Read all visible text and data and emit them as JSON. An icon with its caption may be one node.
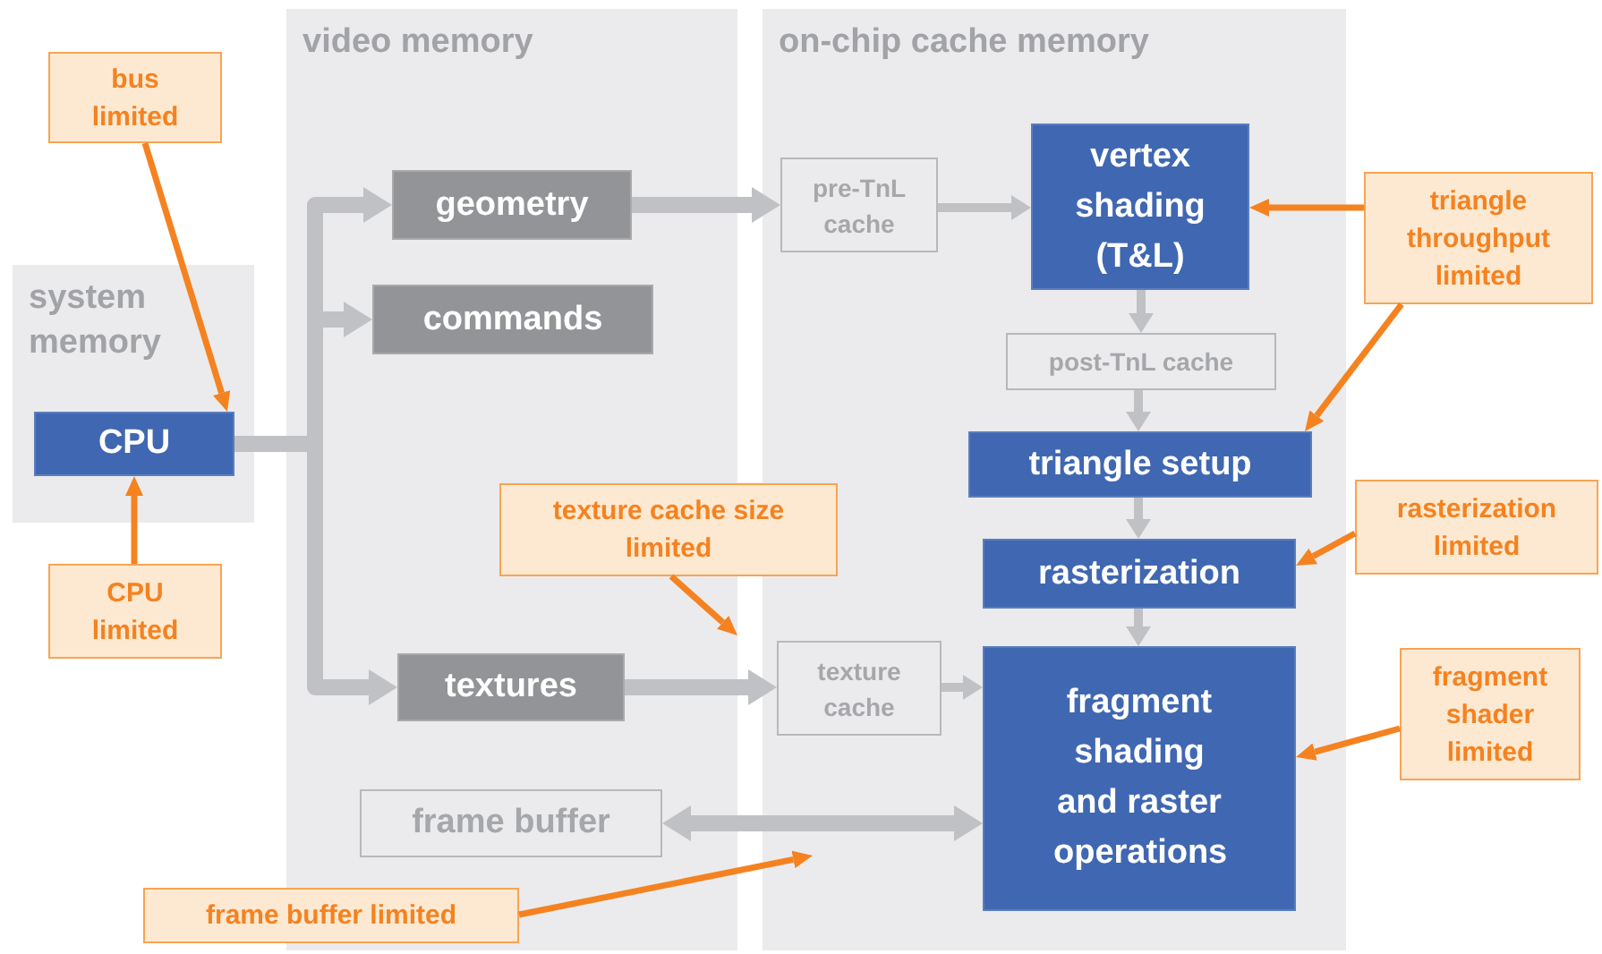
{
  "diagram": {
    "nodes": [
      {
        "text": [
          "system memory"
        ]
      },
      {
        "text": [
          "CPU"
        ],
        "in": 0
      },
      {
        "text": [
          "video memory"
        ]
      },
      {
        "text": [
          "geometry"
        ],
        "in": 2
      },
      {
        "text": [
          "commands"
        ],
        "in": 2
      },
      {
        "text": [
          "textures"
        ],
        "in": 2
      },
      {
        "text": [
          "frame buffer"
        ],
        "in": 2
      },
      {
        "text": [
          "on-chip cache memory"
        ]
      },
      {
        "text": [
          "pre-TnL cache"
        ],
        "in": 7
      },
      {
        "text": [
          "vertex shading (T&L)"
        ],
        "in": 7
      },
      {
        "text": [
          "post-TnL cache"
        ],
        "in": 7
      },
      {
        "text": [
          "triangle setup"
        ],
        "in": 7
      },
      {
        "text": [
          "rasterization"
        ],
        "in": 7
      },
      {
        "text": [
          "texture cache"
        ],
        "in": 7
      },
      {
        "text": [
          "fragment shading and raster operations"
        ],
        "in": 7
      },
      {
        "text": [
          "bus limited"
        ]
      },
      {
        "text": [
          "CPU limited"
        ]
      },
      {
        "text": [
          "texture cache size limited"
        ]
      },
      {
        "text": [
          "frame buffer limited"
        ]
      },
      {
        "text": [
          "triangle throughput limited"
        ]
      },
      {
        "text": [
          "rasterization limited"
        ]
      },
      {
        "text": [
          "fragment shader limited"
        ]
      }
    ],
    "edges": [
      {
        "from": 1,
        "to": 3,
        "arrow": "to",
        "style": "thick"
      },
      {
        "from": 1,
        "to": 4,
        "arrow": "to",
        "style": "thick"
      },
      {
        "from": 1,
        "to": 5,
        "arrow": "to",
        "style": "thick"
      },
      {
        "from": 3,
        "to": 8,
        "arrow": "to",
        "style": "thick"
      },
      {
        "from": 8,
        "to": 9,
        "arrow": "to"
      },
      {
        "from": 9,
        "to": 10,
        "arrow": "to"
      },
      {
        "from": 10,
        "to": 11,
        "arrow": "to"
      },
      {
        "from": 11,
        "to": 12,
        "arrow": "to"
      },
      {
        "from": 12,
        "to": 14,
        "arrow": "to"
      },
      {
        "from": 5,
        "to": 13,
        "arrow": "to",
        "style": "thick"
      },
      {
        "from": 13,
        "to": 14,
        "arrow": "to"
      },
      {
        "from": 6,
        "to": 14,
        "arrow": "both",
        "style": "thick"
      },
      {
        "from": 15,
        "to": 1,
        "arrow": "to",
        "color": "#f58220"
      },
      {
        "from": 16,
        "to": 1,
        "arrow": "to",
        "color": "#f58220"
      },
      {
        "from": 17,
        "to": 2,
        "arrow": "to",
        "color": "#f58220"
      },
      {
        "from": 18,
        "to": 7,
        "arrow": "to",
        "color": "#f58220"
      },
      {
        "from": 19,
        "to": 9,
        "arrow": "to",
        "color": "#f58220"
      },
      {
        "from": 19,
        "to": 11,
        "arrow": "to",
        "color": "#f58220"
      },
      {
        "from": 20,
        "to": 12,
        "arrow": "to",
        "color": "#f58220"
      },
      {
        "from": 21,
        "to": 14,
        "arrow": "to",
        "color": "#f58220"
      }
    ]
  }
}
